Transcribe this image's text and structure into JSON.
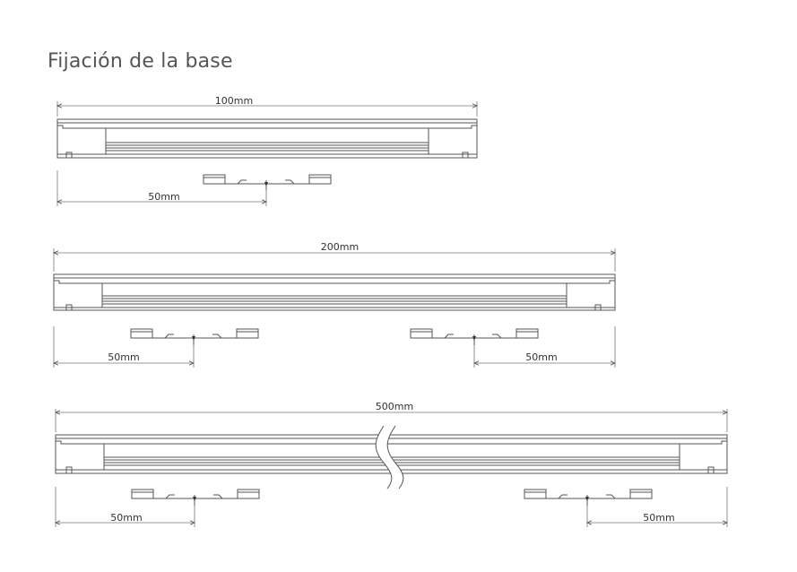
{
  "title": "Fijación de la base",
  "sections": [
    {
      "id": "profile-100",
      "length_label": "100mm",
      "left_offset_label": "50mm",
      "right_offset_label": "",
      "split": false
    },
    {
      "id": "profile-200",
      "length_label": "200mm",
      "left_offset_label": "50mm",
      "right_offset_label": "50mm",
      "split": false
    },
    {
      "id": "profile-500",
      "length_label": "500mm",
      "left_offset_label": "50mm",
      "right_offset_label": "50mm",
      "split": true
    }
  ]
}
